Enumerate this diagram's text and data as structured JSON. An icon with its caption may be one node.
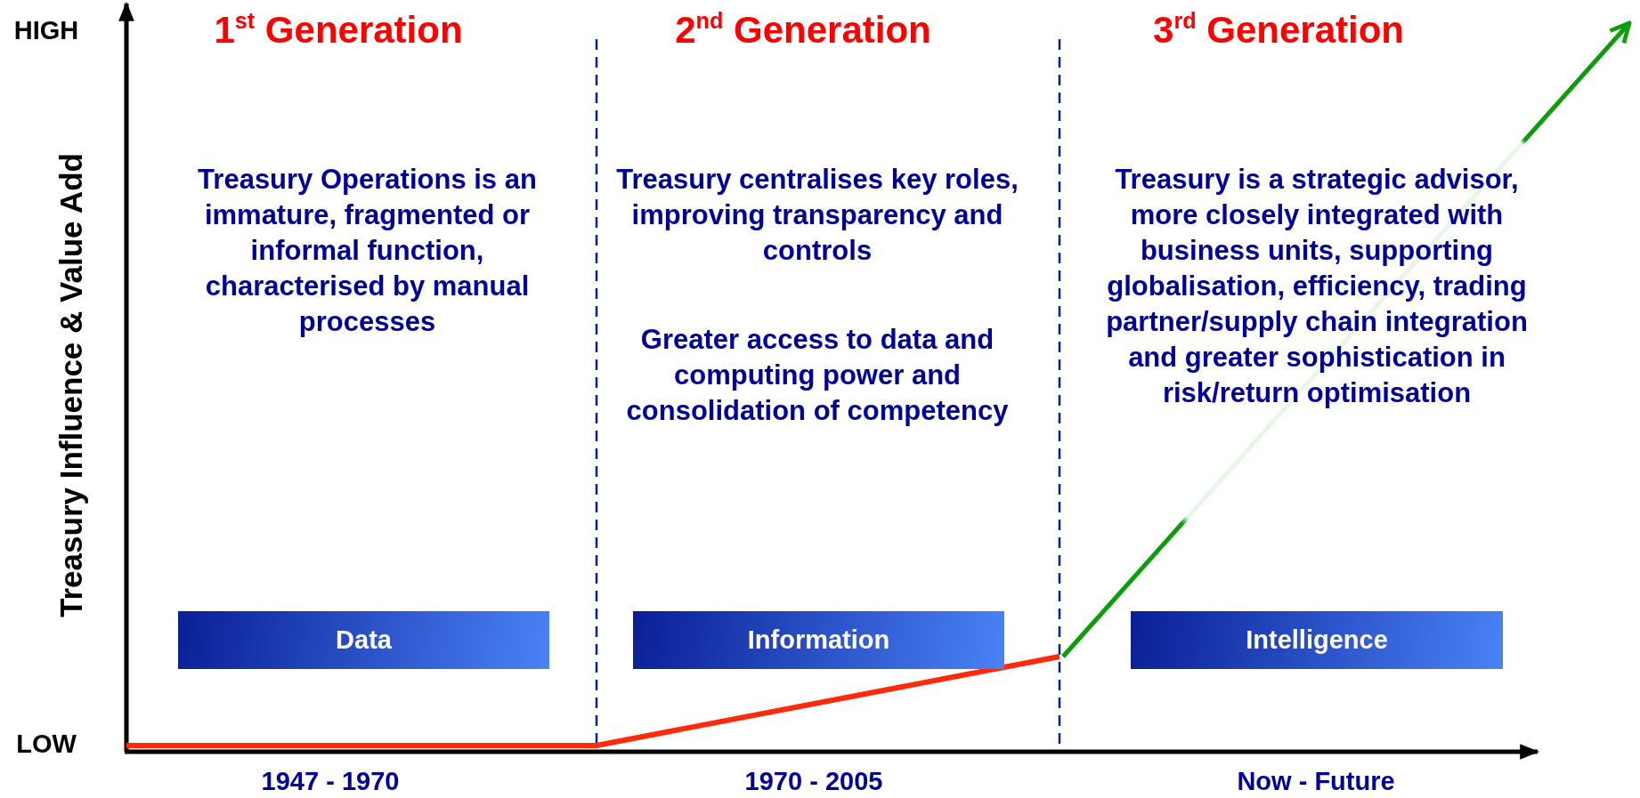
{
  "diagram": {
    "nodes": [
      {
        "text": [
          "Data"
        ]
      },
      {
        "text": [
          "Information"
        ]
      },
      {
        "text": [
          "Intelligence"
        ]
      }
    ],
    "edges": [],
    "labels": [
      "HIGH",
      "1$^{st}$ Generation",
      "2$^{nd}$ Generation",
      "3$^{rd}$ Generation",
      "Treasury Influence & Value Add",
      "Treasury Operations is an immature, fragmented or informal function, characterised by manual processes",
      "Treasury centralises key roles, improving transparency and controls",
      "Treasury is a strategic advisor, more closely integrated with business units, supporting globalisation, efficiency, trading partner/supply chain integration and greater sophistication in risk/return optimisation",
      "Greater access to data and computing power and consolidation of competency",
      "LOW",
      "1947 - 1970",
      "1970 - 2005",
      "Now - Future"
    ]
  }
}
